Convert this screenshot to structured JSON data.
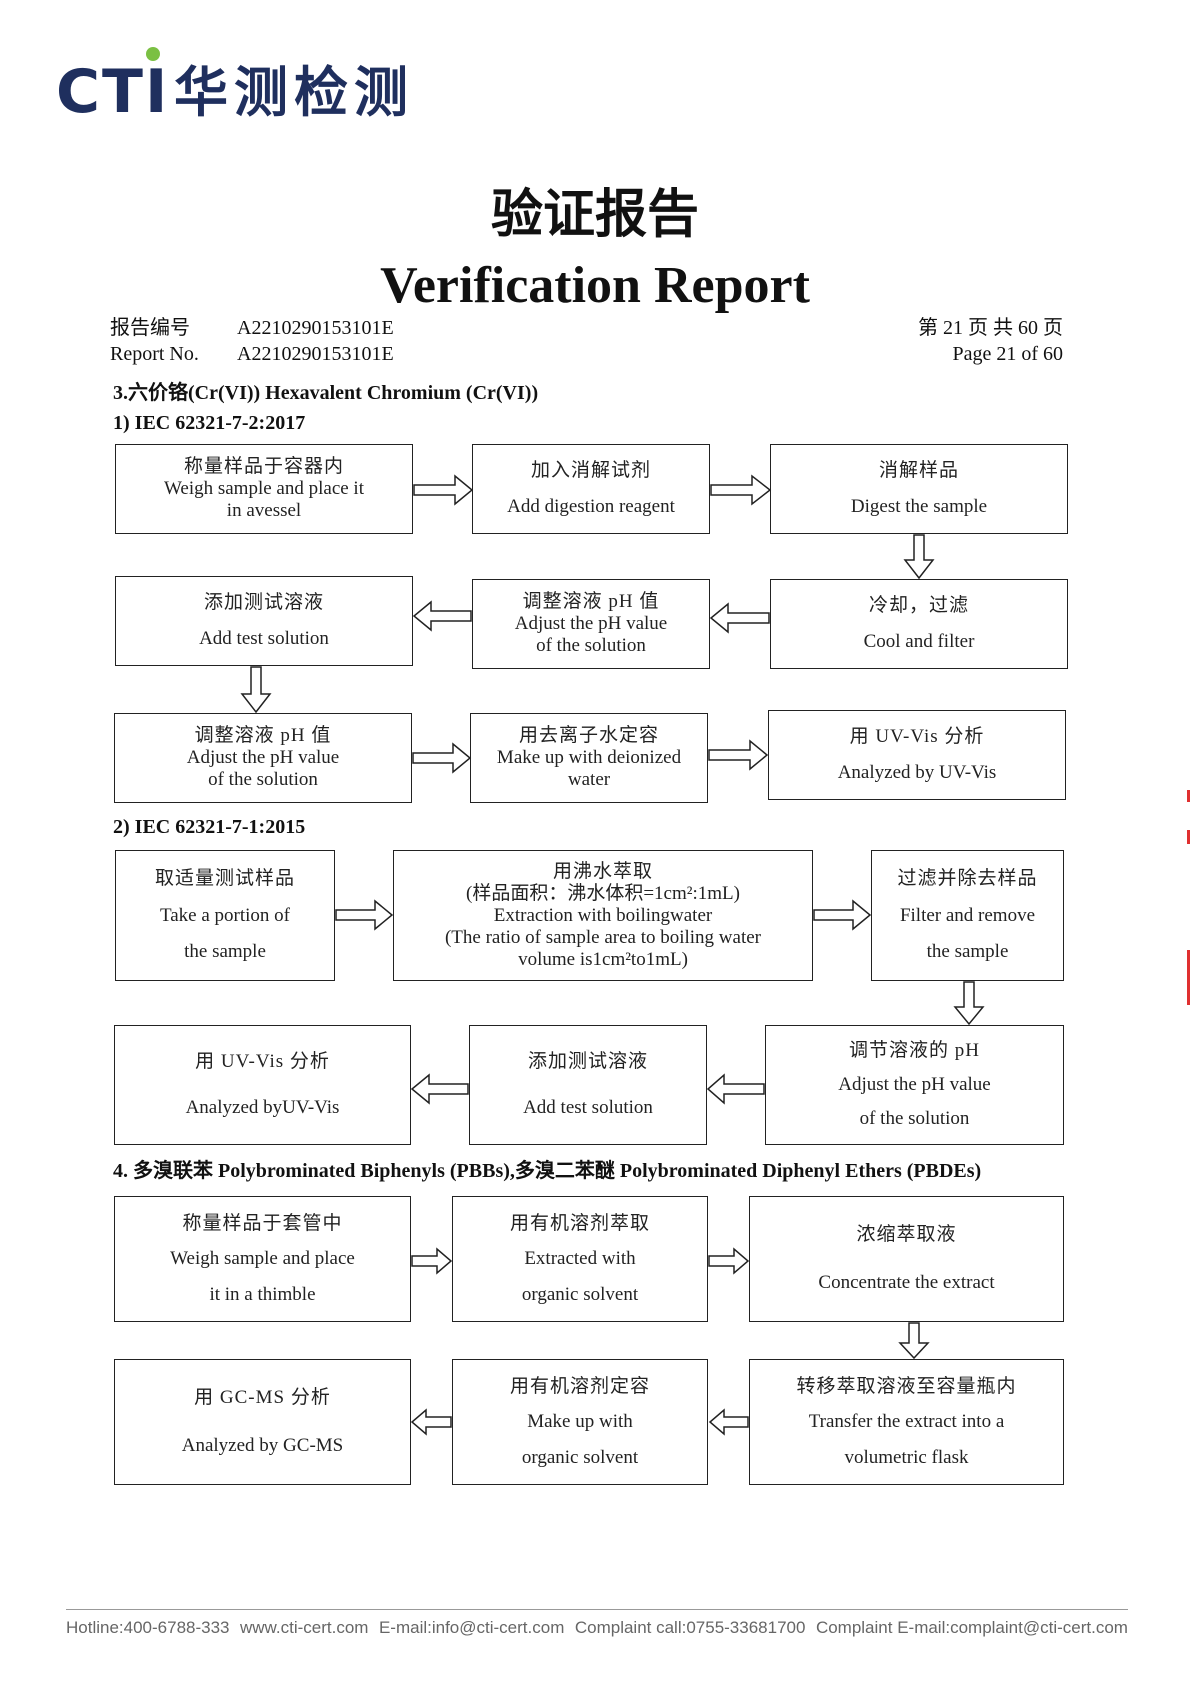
{
  "logo": {
    "brand": "CTI",
    "chinese": "华测检测"
  },
  "header": {
    "title_cn": "验证报告",
    "title_en": "Verification Report",
    "report_no_label_cn": "报告编号",
    "report_no_label_en": "Report No.",
    "report_no": "A2210290153101E",
    "page_cn": "第 21 页  共 60 页",
    "page_en": "Page 21 of 60"
  },
  "sections": {
    "s3_title": "3.六价铬(Cr(VI)) Hexavalent Chromium (Cr(VI))",
    "s3_sub1": "1) IEC 62321-7-2:2017",
    "s3_sub2": "2) IEC 62321-7-1:2015",
    "s4_title": "4.  多溴联苯 Polybrominated Biphenyls (PBBs),多溴二苯醚 Polybrominated Diphenyl Ethers (PBDEs)"
  },
  "flow1": {
    "b1": {
      "cn": "称量样品于容器内",
      "en1": "Weigh sample and place it",
      "en2": "in avessel"
    },
    "b2": {
      "cn": "加入消解试剂",
      "en1": "Add digestion reagent"
    },
    "b3": {
      "cn": "消解样品",
      "en1": "Digest the sample"
    },
    "b4": {
      "cn": "冷却，过滤",
      "en1": "Cool and filter"
    },
    "b5": {
      "cn": "调整溶液 pH 值",
      "en1": "Adjust the pH value",
      "en2": "of the solution"
    },
    "b6": {
      "cn": "添加测试溶液",
      "en1": "Add test solution"
    },
    "b7": {
      "cn": "调整溶液 pH 值",
      "en1": "Adjust the pH value",
      "en2": "of the solution"
    },
    "b8": {
      "cn": "用去离子水定容",
      "en1": "Make up with deionized",
      "en2": "water"
    },
    "b9": {
      "cn": "用 UV-Vis 分析",
      "en1": "Analyzed by UV-Vis"
    }
  },
  "flow2": {
    "b1": {
      "cn": "取适量测试样品",
      "en1": "Take a portion of",
      "en2": "the sample"
    },
    "b2": {
      "cn": "用沸水萃取",
      "cn2": "(样品面积：沸水体积=1cm²:1mL)",
      "en1": "Extraction with boilingwater",
      "en2": "(The ratio of sample area to boiling water",
      "en3": "volume is1cm²to1mL)"
    },
    "b3": {
      "cn": "过滤并除去样品",
      "en1": "Filter and remove",
      "en2": "the sample"
    },
    "b4": {
      "cn": "调节溶液的 pH",
      "en1": "Adjust the pH value",
      "en2": "of the solution"
    },
    "b5": {
      "cn": "添加测试溶液",
      "en1": "Add test solution"
    },
    "b6": {
      "cn": "用 UV-Vis 分析",
      "en1": "Analyzed byUV-Vis"
    }
  },
  "flow3": {
    "b1": {
      "cn": "称量样品于套管中",
      "en1": "Weigh sample and place",
      "en2": "it in a thimble"
    },
    "b2": {
      "cn": "用有机溶剂萃取",
      "en1": "Extracted with",
      "en2": "organic solvent"
    },
    "b3": {
      "cn": "浓缩萃取液",
      "en1": "Concentrate the extract"
    },
    "b4": {
      "cn": "转移萃取溶液至容量瓶内",
      "en1": "Transfer the extract into a",
      "en2": "volumetric flask"
    },
    "b5": {
      "cn": "用有机溶剂定容",
      "en1": "Make up with",
      "en2": "organic solvent"
    },
    "b6": {
      "cn": "用 GC-MS 分析",
      "en1": "Analyzed by GC-MS"
    }
  },
  "footer": {
    "hotline": "Hotline:400-6788-333",
    "website": "www.cti-cert.com",
    "email": "E-mail:info@cti-cert.com",
    "complaint_call": "Complaint call:0755-33681700",
    "complaint_email": "Complaint E-mail:complaint@cti-cert.com"
  }
}
